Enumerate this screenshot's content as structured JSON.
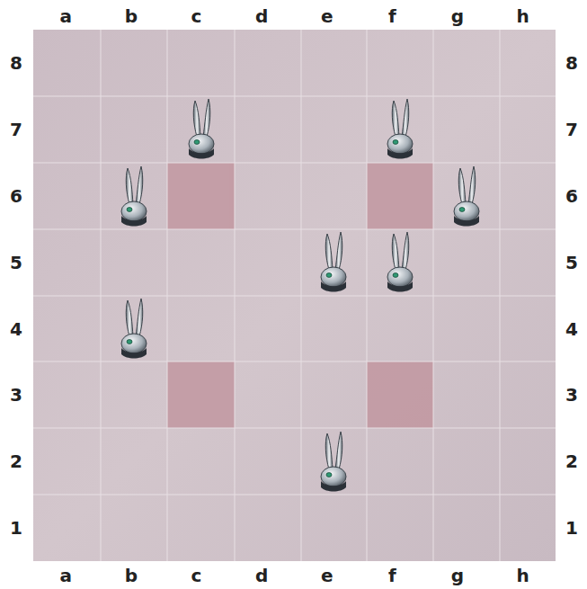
{
  "diagram": {
    "labels": [
      "a",
      "b",
      "c",
      "d",
      "e",
      "f",
      "g",
      "h",
      "8",
      "8",
      "7",
      "7",
      "6",
      "6",
      "5",
      "5",
      "4",
      "4",
      "3",
      "3",
      "2",
      "2",
      "1",
      "1",
      "a",
      "b",
      "c",
      "d",
      "e",
      "f",
      "g",
      "h"
    ]
  }
}
